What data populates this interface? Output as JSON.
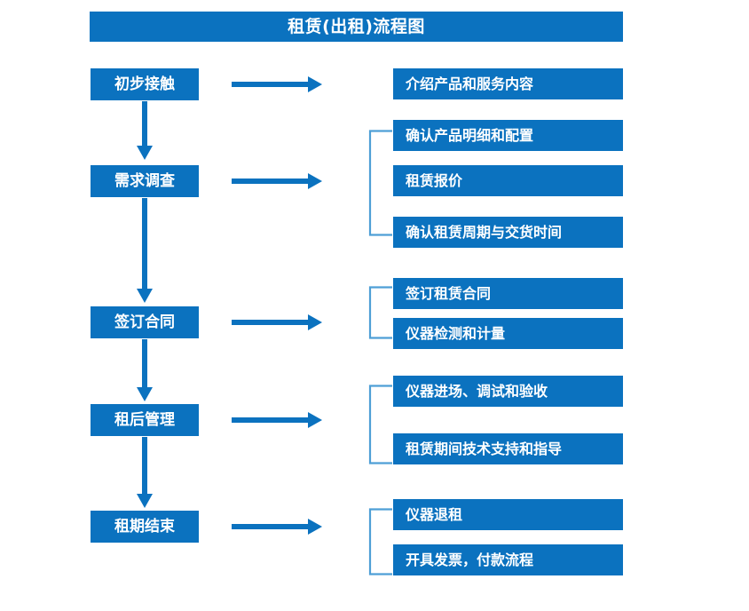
{
  "diagram": {
    "title": "租赁(出租)流程图",
    "accent_color": "#0B72BF",
    "bracket_color": "#4E9FD6",
    "text_color": "#FFFFFF",
    "background_color": "#FFFFFF"
  },
  "stages": [
    {
      "label": "初步接触"
    },
    {
      "label": "需求调查"
    },
    {
      "label": "签订合同"
    },
    {
      "label": "租后管理"
    },
    {
      "label": "租期结束"
    }
  ],
  "details": {
    "group1": [
      {
        "label": "介绍产品和服务内容"
      }
    ],
    "group2": [
      {
        "label": "确认产品明细和配置"
      },
      {
        "label": "租赁报价"
      },
      {
        "label": "确认租赁周期与交货时间"
      }
    ],
    "group3": [
      {
        "label": "签订租赁合同"
      },
      {
        "label": "仪器检测和计量"
      }
    ],
    "group4": [
      {
        "label": "仪器进场、调试和验收"
      },
      {
        "label": "租赁期间技术支持和指导"
      }
    ],
    "group5": [
      {
        "label": "仪器退租"
      },
      {
        "label": "开具发票，付款流程"
      }
    ]
  },
  "connectors": {
    "stage_flow_arrow": "arrow-down",
    "stage_to_detail_arrow": "arrow-right",
    "group_bracket": "bracket-left"
  }
}
